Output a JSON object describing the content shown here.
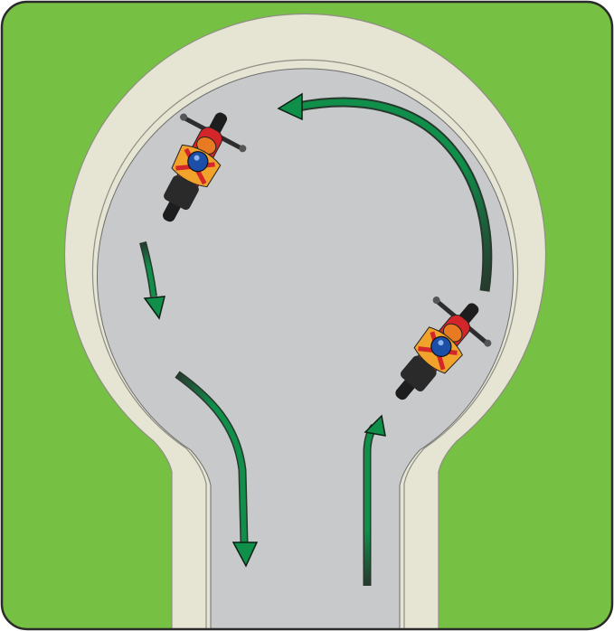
{
  "diagram": {
    "subject": "motorcycle-u-turn-cul-de-sac",
    "colors": {
      "grass": "#76c043",
      "frame_border": "#2b2b2b",
      "curb": "#e6e4d3",
      "curb_line": "#8f8e84",
      "road": "#c8c9cb",
      "arrow": "#0f8f4a",
      "arrow_outline": "#0b1f12",
      "bike_body": "#d3262b",
      "bike_tank": "#e87a22",
      "rider_vest": "#f0a22a",
      "helmet": "#1b4fa8"
    },
    "arrows": [
      {
        "name": "entry-arrow",
        "direction": "up"
      },
      {
        "name": "loop-arrow",
        "direction": "counterclockwise-top"
      },
      {
        "name": "left-turn-arrow",
        "direction": "down"
      },
      {
        "name": "exit-arrow",
        "direction": "down"
      }
    ],
    "riders": [
      {
        "name": "motorcycle-right",
        "heading": "up-right"
      },
      {
        "name": "motorcycle-top-left",
        "heading": "up-right"
      }
    ]
  }
}
